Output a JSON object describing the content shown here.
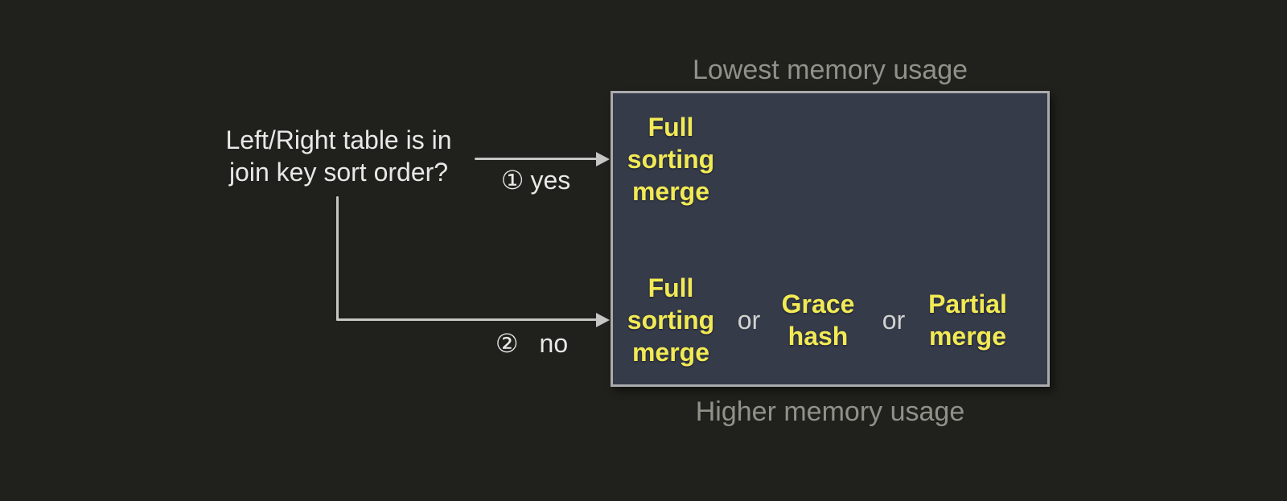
{
  "colors": {
    "background": "#20211c",
    "box_fill": "#353b48",
    "box_border": "#aaabad",
    "algorithm_text": "#f2ea55",
    "caption_text": "#909189",
    "label_text": "#e8e8e6",
    "separator_text": "#d2d2d0",
    "arrow": "#c6c6c4"
  },
  "question": {
    "text": "Left/Right table is in\njoin key sort order?"
  },
  "branches": {
    "yes": {
      "marker": "①",
      "label": "yes"
    },
    "no": {
      "marker": "②",
      "label": "no"
    }
  },
  "memory_box": {
    "caption_top": "Lowest memory usage",
    "caption_bottom": "Higher memory usage",
    "sorted_row": {
      "algorithm": "Full sorting merge"
    },
    "unsorted_row": {
      "algorithm_1": "Full sorting merge",
      "separator": "or",
      "algorithm_2": "Grace hash",
      "algorithm_3": "Partial merge"
    }
  }
}
